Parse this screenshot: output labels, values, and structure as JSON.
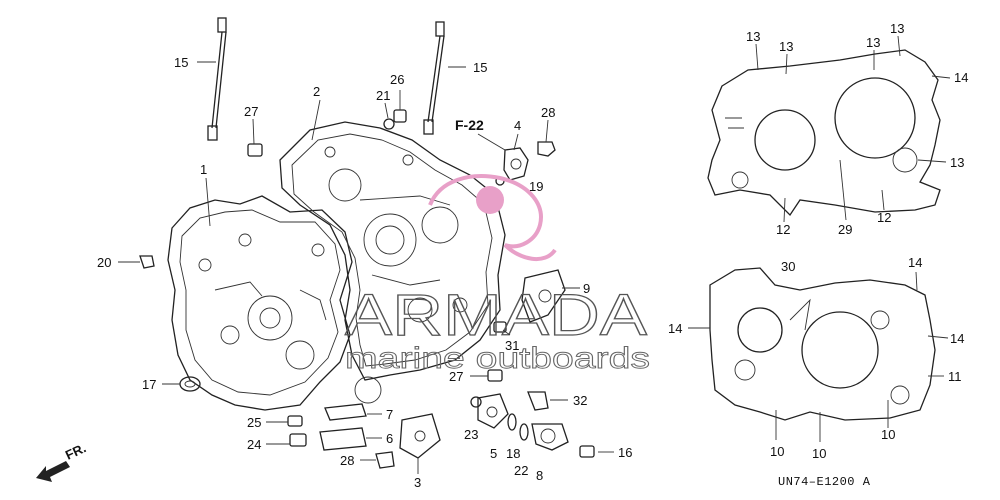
{
  "diagram": {
    "reference": "F-22",
    "drawing_code": "UN74–E1200 A",
    "front_label": "FR.",
    "callouts": [
      {
        "id": "c1",
        "text": "1"
      },
      {
        "id": "c2",
        "text": "2"
      },
      {
        "id": "c3",
        "text": "3"
      },
      {
        "id": "c4",
        "text": "4"
      },
      {
        "id": "c5",
        "text": "5"
      },
      {
        "id": "c6",
        "text": "6"
      },
      {
        "id": "c7",
        "text": "7"
      },
      {
        "id": "c8",
        "text": "8"
      },
      {
        "id": "c9",
        "text": "9"
      },
      {
        "id": "c10a",
        "text": "10"
      },
      {
        "id": "c10b",
        "text": "10"
      },
      {
        "id": "c10c",
        "text": "10"
      },
      {
        "id": "c11",
        "text": "11"
      },
      {
        "id": "c12a",
        "text": "12"
      },
      {
        "id": "c12b",
        "text": "12"
      },
      {
        "id": "c13a",
        "text": "13"
      },
      {
        "id": "c13b",
        "text": "13"
      },
      {
        "id": "c13c",
        "text": "13"
      },
      {
        "id": "c13d",
        "text": "13"
      },
      {
        "id": "c13e",
        "text": "13"
      },
      {
        "id": "c14a",
        "text": "14"
      },
      {
        "id": "c14b",
        "text": "14"
      },
      {
        "id": "c14c",
        "text": "14"
      },
      {
        "id": "c14d",
        "text": "14"
      },
      {
        "id": "c15a",
        "text": "15"
      },
      {
        "id": "c15b",
        "text": "15"
      },
      {
        "id": "c16",
        "text": "16"
      },
      {
        "id": "c17",
        "text": "17"
      },
      {
        "id": "c18",
        "text": "18"
      },
      {
        "id": "c19",
        "text": "19"
      },
      {
        "id": "c20",
        "text": "20"
      },
      {
        "id": "c21",
        "text": "21"
      },
      {
        "id": "c22",
        "text": "22"
      },
      {
        "id": "c23",
        "text": "23"
      },
      {
        "id": "c24",
        "text": "24"
      },
      {
        "id": "c25",
        "text": "25"
      },
      {
        "id": "c26",
        "text": "26"
      },
      {
        "id": "c27a",
        "text": "27"
      },
      {
        "id": "c27b",
        "text": "27"
      },
      {
        "id": "c28a",
        "text": "28"
      },
      {
        "id": "c28b",
        "text": "28"
      },
      {
        "id": "c29",
        "text": "29"
      },
      {
        "id": "c30",
        "text": "30"
      },
      {
        "id": "c31",
        "text": "31"
      },
      {
        "id": "c32",
        "text": "32"
      }
    ]
  },
  "watermark": {
    "brand": "ARMADA",
    "tagline": "marine outboards",
    "accent_color": "#e8a0c8"
  }
}
